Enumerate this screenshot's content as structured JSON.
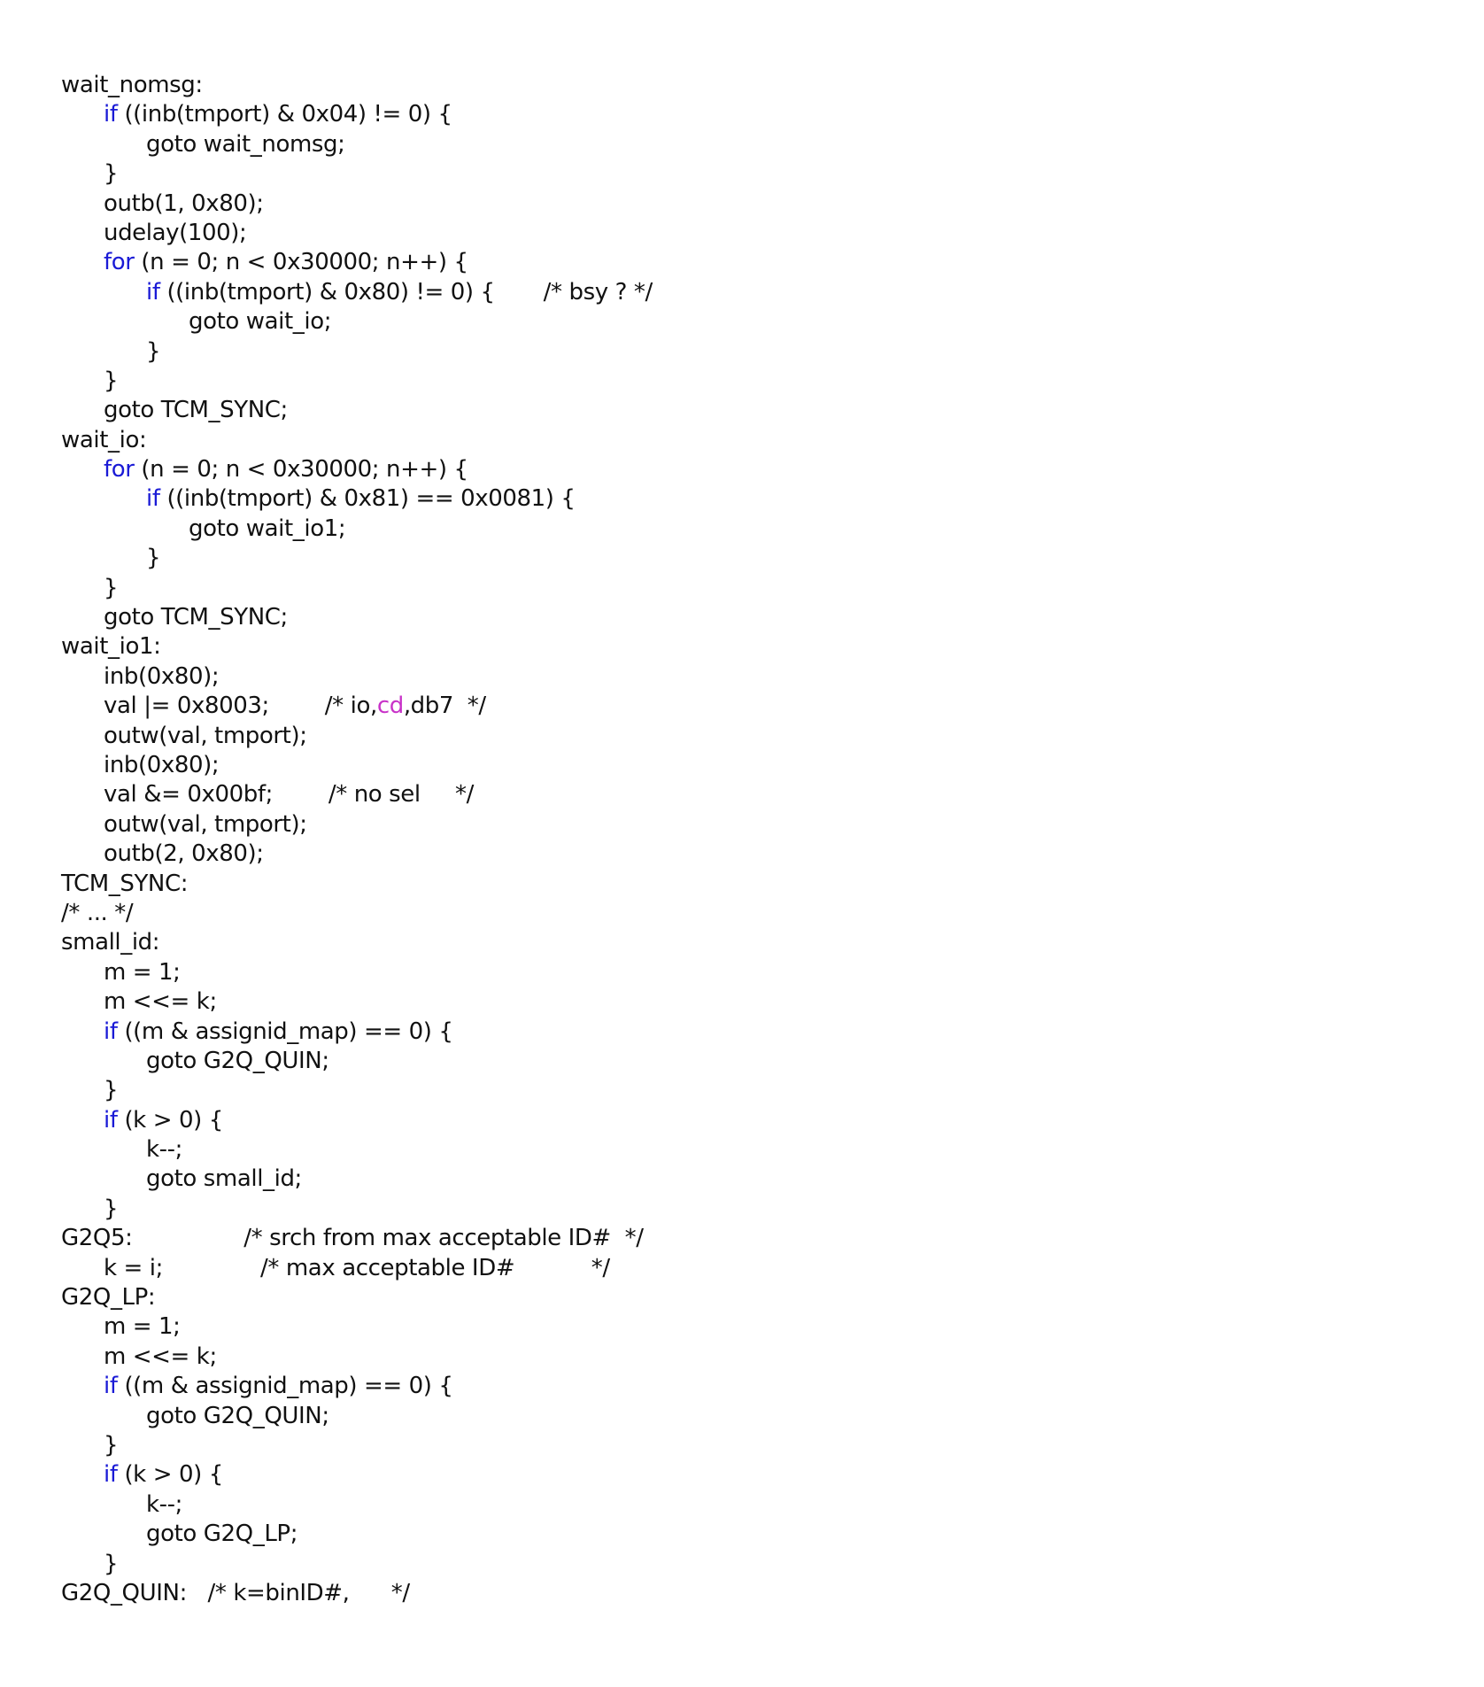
{
  "colors": {
    "text": "#111111",
    "keyword": "#1a1ad6",
    "highlight": "#c832c8",
    "background": "#ffffff"
  },
  "lines": [
    {
      "indent": 0,
      "segments": [
        {
          "t": "wait_nomsg:"
        }
      ]
    },
    {
      "indent": 1,
      "segments": [
        {
          "t": "if",
          "c": "kw"
        },
        {
          "t": " ((inb(tmport) & 0x04) != 0) {"
        }
      ]
    },
    {
      "indent": 2,
      "segments": [
        {
          "t": "goto wait_nomsg;"
        }
      ]
    },
    {
      "indent": 1,
      "segments": [
        {
          "t": "}"
        }
      ]
    },
    {
      "indent": 1,
      "segments": [
        {
          "t": "outb(1, 0x80);"
        }
      ]
    },
    {
      "indent": 1,
      "segments": [
        {
          "t": "udelay(100);"
        }
      ]
    },
    {
      "indent": 1,
      "segments": [
        {
          "t": "for",
          "c": "kw"
        },
        {
          "t": " (n = 0; n < 0x30000; n++) {"
        }
      ]
    },
    {
      "indent": 2,
      "segments": [
        {
          "t": "if",
          "c": "kw"
        },
        {
          "t": " ((inb(tmport) & 0x80) != 0) {       /* bsy ? */"
        }
      ]
    },
    {
      "indent": 3,
      "segments": [
        {
          "t": "goto wait_io;"
        }
      ]
    },
    {
      "indent": 2,
      "segments": [
        {
          "t": "}"
        }
      ]
    },
    {
      "indent": 1,
      "segments": [
        {
          "t": "}"
        }
      ]
    },
    {
      "indent": 1,
      "segments": [
        {
          "t": "goto TCM_SYNC;"
        }
      ]
    },
    {
      "indent": 0,
      "segments": [
        {
          "t": "wait_io:"
        }
      ]
    },
    {
      "indent": 1,
      "segments": [
        {
          "t": "for",
          "c": "kw"
        },
        {
          "t": " (n = 0; n < 0x30000; n++) {"
        }
      ]
    },
    {
      "indent": 2,
      "segments": [
        {
          "t": "if",
          "c": "kw"
        },
        {
          "t": " ((inb(tmport) & 0x81) == 0x0081) {"
        }
      ]
    },
    {
      "indent": 3,
      "segments": [
        {
          "t": "goto wait_io1;"
        }
      ]
    },
    {
      "indent": 2,
      "segments": [
        {
          "t": "}"
        }
      ]
    },
    {
      "indent": 1,
      "segments": [
        {
          "t": "}"
        }
      ]
    },
    {
      "indent": 1,
      "segments": [
        {
          "t": "goto TCM_SYNC;"
        }
      ]
    },
    {
      "indent": 0,
      "segments": [
        {
          "t": "wait_io1:"
        }
      ]
    },
    {
      "indent": 1,
      "segments": [
        {
          "t": "inb(0x80);"
        }
      ]
    },
    {
      "indent": 1,
      "segments": [
        {
          "t": "val |= 0x8003;        /* io,"
        },
        {
          "t": "cd",
          "c": "hl"
        },
        {
          "t": ",db7  */"
        }
      ]
    },
    {
      "indent": 1,
      "segments": [
        {
          "t": "outw(val, tmport);"
        }
      ]
    },
    {
      "indent": 1,
      "segments": [
        {
          "t": "inb(0x80);"
        }
      ]
    },
    {
      "indent": 1,
      "segments": [
        {
          "t": "val &= 0x00bf;        /* no sel     */"
        }
      ]
    },
    {
      "indent": 1,
      "segments": [
        {
          "t": "outw(val, tmport);"
        }
      ]
    },
    {
      "indent": 1,
      "segments": [
        {
          "t": "outb(2, 0x80);"
        }
      ]
    },
    {
      "indent": 0,
      "segments": [
        {
          "t": "TCM_SYNC:"
        }
      ]
    },
    {
      "indent": 0,
      "segments": [
        {
          "t": "/* ... */"
        }
      ]
    },
    {
      "indent": 0,
      "segments": [
        {
          "t": "small_id:"
        }
      ]
    },
    {
      "indent": 1,
      "segments": [
        {
          "t": "m = 1;"
        }
      ]
    },
    {
      "indent": 1,
      "segments": [
        {
          "t": "m <<= k;"
        }
      ]
    },
    {
      "indent": 1,
      "segments": [
        {
          "t": "if",
          "c": "kw"
        },
        {
          "t": " ((m & assignid_map) == 0) {"
        }
      ]
    },
    {
      "indent": 2,
      "segments": [
        {
          "t": "goto G2Q_QUIN;"
        }
      ]
    },
    {
      "indent": 1,
      "segments": [
        {
          "t": "}"
        }
      ]
    },
    {
      "indent": 1,
      "segments": [
        {
          "t": "if",
          "c": "kw"
        },
        {
          "t": " (k > 0) {"
        }
      ]
    },
    {
      "indent": 2,
      "segments": [
        {
          "t": "k--;"
        }
      ]
    },
    {
      "indent": 2,
      "segments": [
        {
          "t": "goto small_id;"
        }
      ]
    },
    {
      "indent": 1,
      "segments": [
        {
          "t": "}"
        }
      ]
    },
    {
      "indent": 0,
      "segments": [
        {
          "t": "G2Q5:                /* srch from max acceptable ID#  */"
        }
      ]
    },
    {
      "indent": 1,
      "segments": [
        {
          "t": "k = i;              /* max acceptable ID#           */"
        }
      ]
    },
    {
      "indent": 0,
      "segments": [
        {
          "t": "G2Q_LP:"
        }
      ]
    },
    {
      "indent": 1,
      "segments": [
        {
          "t": "m = 1;"
        }
      ]
    },
    {
      "indent": 1,
      "segments": [
        {
          "t": "m <<= k;"
        }
      ]
    },
    {
      "indent": 1,
      "segments": [
        {
          "t": "if",
          "c": "kw"
        },
        {
          "t": " ((m & assignid_map) == 0) {"
        }
      ]
    },
    {
      "indent": 2,
      "segments": [
        {
          "t": "goto G2Q_QUIN;"
        }
      ]
    },
    {
      "indent": 1,
      "segments": [
        {
          "t": "}"
        }
      ]
    },
    {
      "indent": 1,
      "segments": [
        {
          "t": "if",
          "c": "kw"
        },
        {
          "t": " (k > 0) {"
        }
      ]
    },
    {
      "indent": 2,
      "segments": [
        {
          "t": "k--;"
        }
      ]
    },
    {
      "indent": 2,
      "segments": [
        {
          "t": "goto G2Q_LP;"
        }
      ]
    },
    {
      "indent": 1,
      "segments": [
        {
          "t": "}"
        }
      ]
    },
    {
      "indent": 0,
      "segments": [
        {
          "t": "G2Q_QUIN:   /* k=binID#,      */"
        }
      ]
    }
  ]
}
